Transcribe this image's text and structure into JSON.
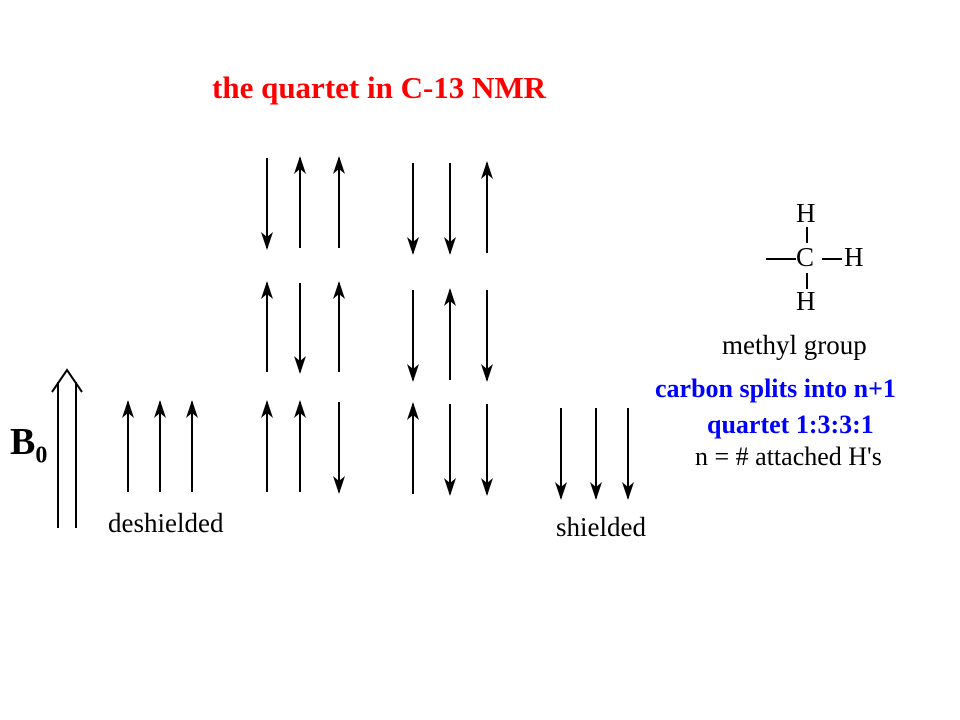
{
  "title": "the quartet in C-13 NMR",
  "field_label": "B",
  "field_subscript": "0",
  "deshielded_label": "deshielded",
  "shielded_label": "shielded",
  "methyl": {
    "h_top": "H",
    "c": "C",
    "h_right": "H",
    "h_bottom": "H",
    "label": "methyl group"
  },
  "notes": {
    "line1": "carbon splits into n+1",
    "line2": "quartet 1:3:3:1",
    "line3": "n = # attached H's"
  },
  "colors": {
    "title": "#ff0000",
    "notes": "#0000ff",
    "ink": "#000000",
    "background": "#ffffff"
  },
  "spin_groups": [
    {
      "state": "deshielded",
      "arrows": [
        "up",
        "up",
        "up"
      ]
    },
    {
      "state": "intermediate",
      "arrows": [
        "up",
        "up",
        "down"
      ]
    },
    {
      "state": "intermediate",
      "arrows": [
        "up",
        "down",
        "up"
      ]
    },
    {
      "state": "intermediate",
      "arrows": [
        "down",
        "up",
        "up"
      ]
    },
    {
      "state": "intermediate",
      "arrows": [
        "up",
        "down",
        "down"
      ]
    },
    {
      "state": "intermediate",
      "arrows": [
        "down",
        "up",
        "down"
      ]
    },
    {
      "state": "intermediate",
      "arrows": [
        "down",
        "down",
        "up"
      ]
    },
    {
      "state": "shielded",
      "arrows": [
        "down",
        "down",
        "down"
      ]
    }
  ]
}
